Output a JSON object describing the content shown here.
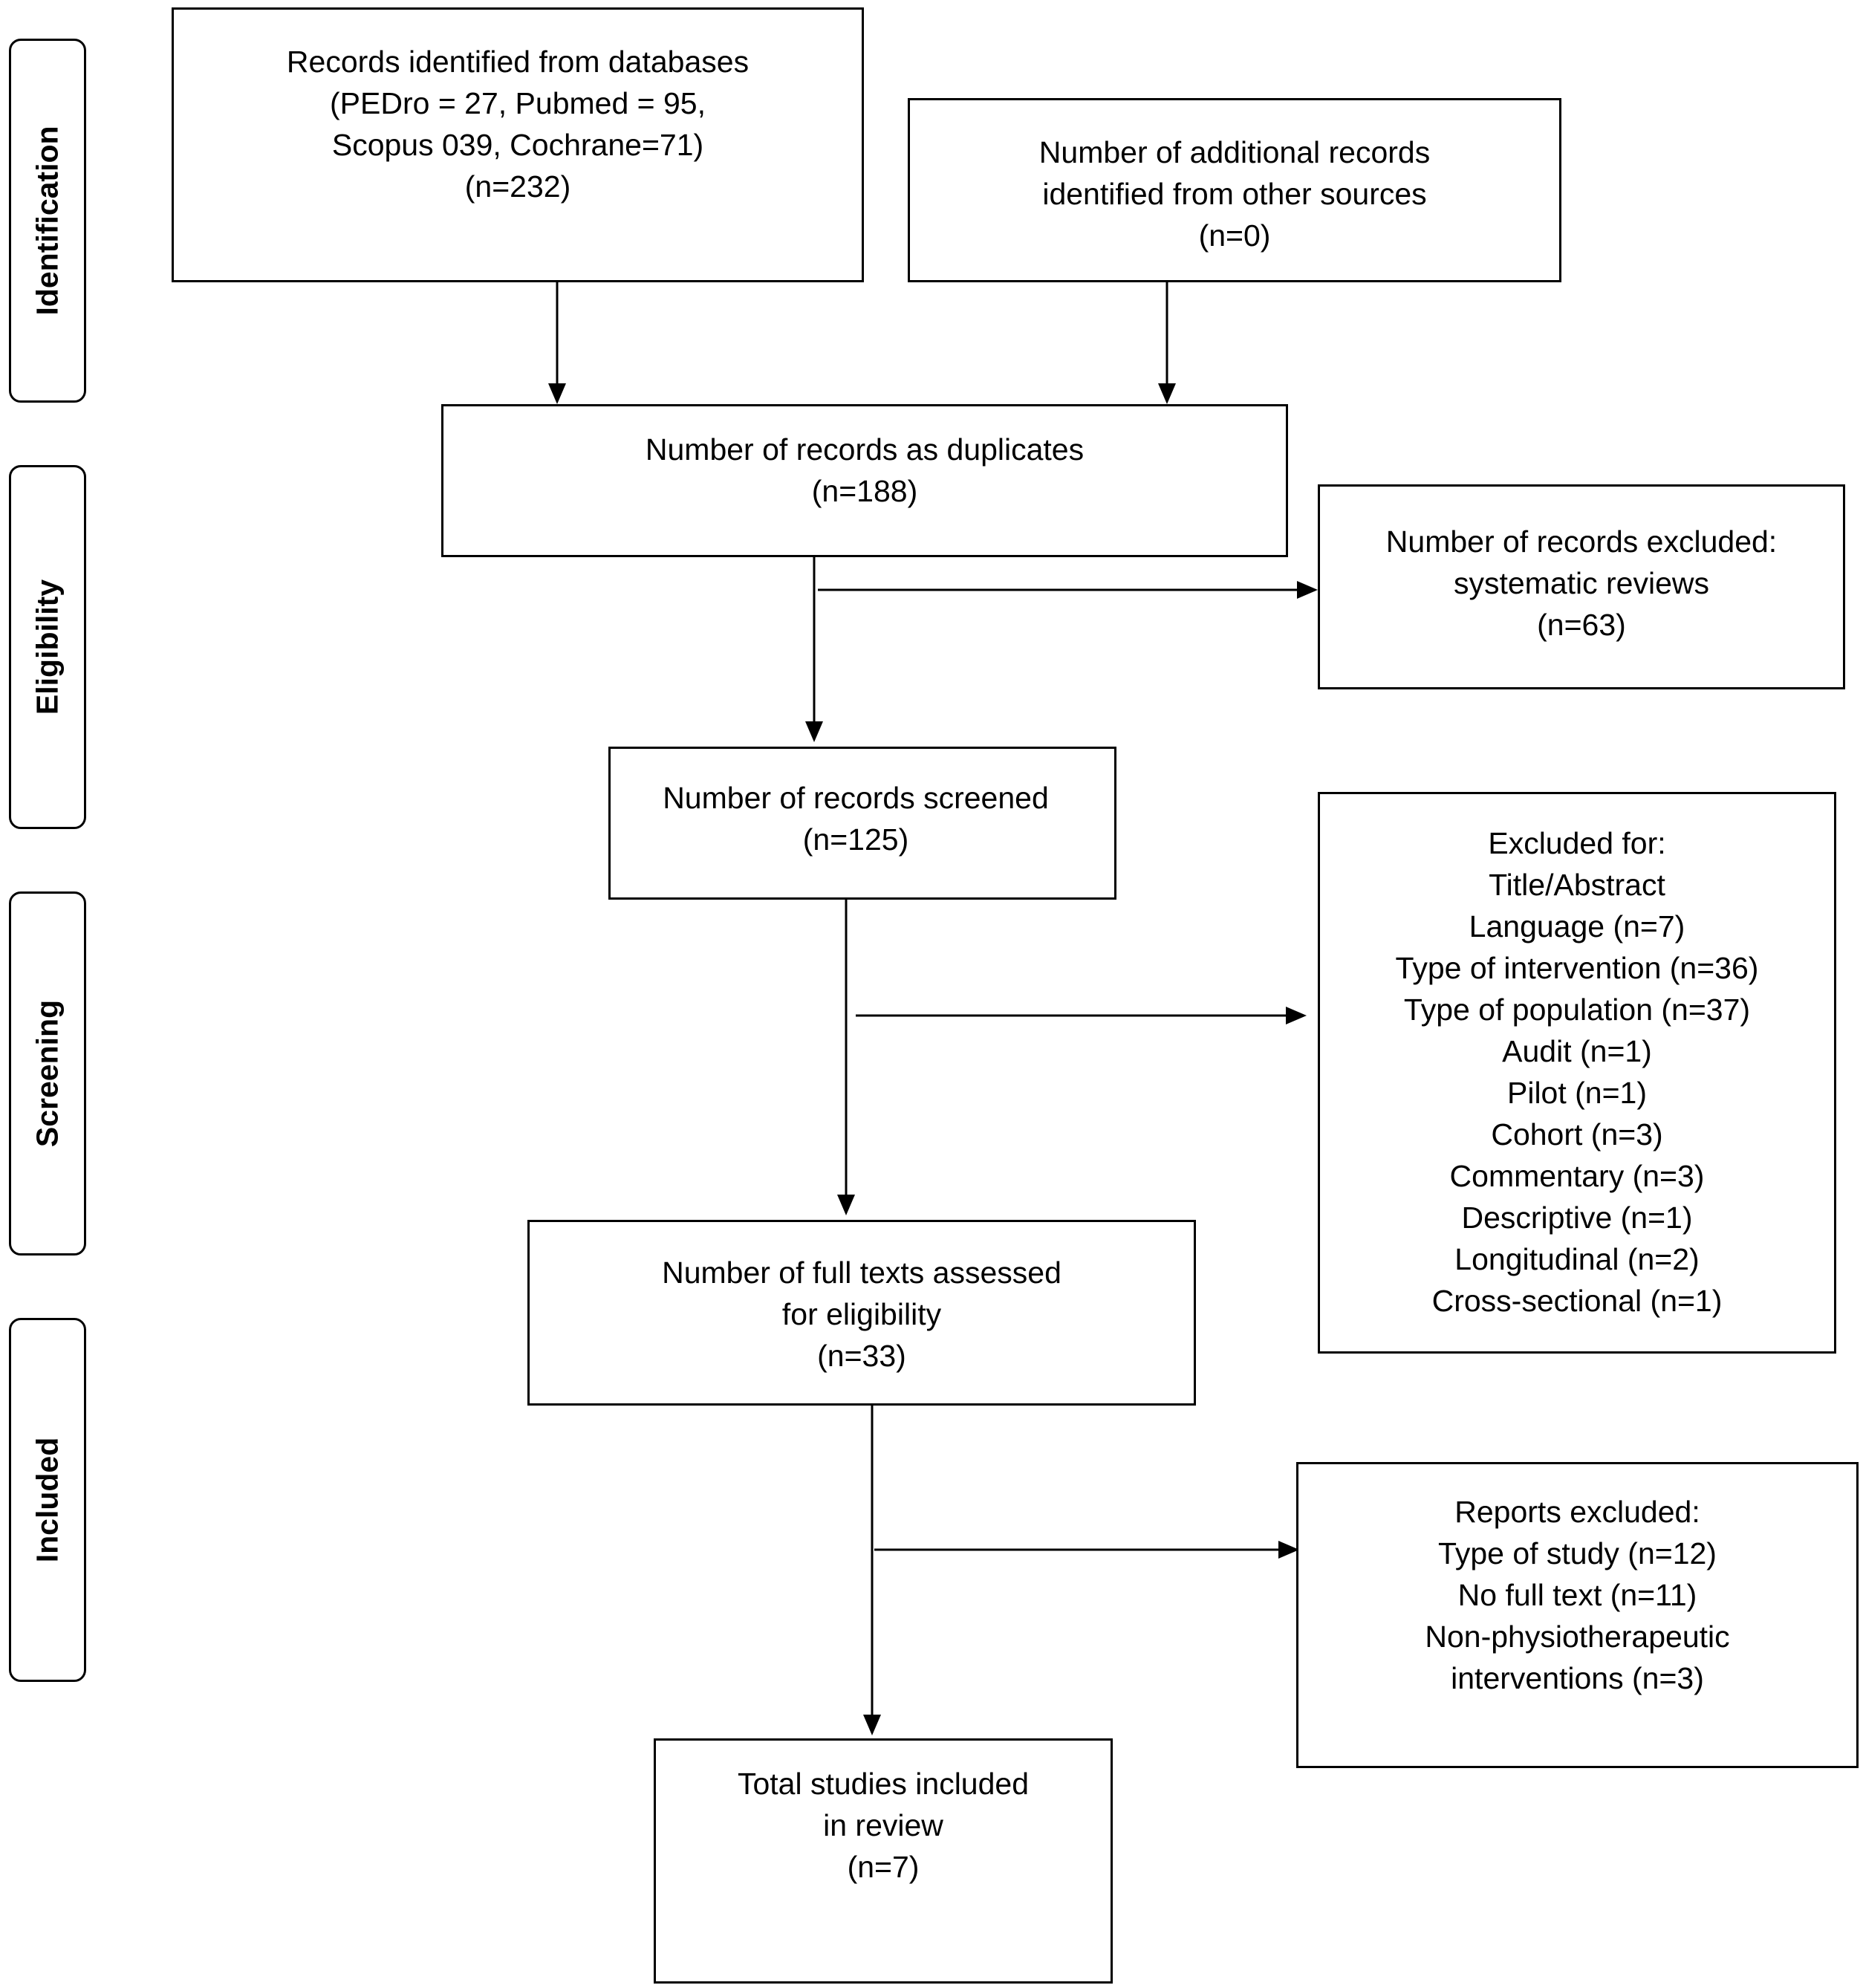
{
  "stages": {
    "identification": "Identification",
    "eligibility": "Eligibility",
    "screening": "Screening",
    "included": "Included"
  },
  "boxes": {
    "databases": [
      "Records identified from databases",
      "(PEDro = 27, Pubmed = 95,",
      "Scopus 039, Cochrane=71)",
      "(n=232)"
    ],
    "other_sources": [
      "Number of additional records",
      "identified from other sources",
      "(n=0)"
    ],
    "duplicates": [
      "Number of records as duplicates",
      "(n=188)"
    ],
    "excluded_reviews": [
      "Number of records excluded:",
      "systematic reviews",
      "(n=63)"
    ],
    "screened": [
      "Number of records screened",
      "(n=125)"
    ],
    "excluded_for": [
      "Excluded for:",
      "Title/Abstract",
      "Language (n=7)",
      "Type of intervention (n=36)",
      "Type of population (n=37)",
      "Audit (n=1)",
      "Pilot (n=1)",
      "Cohort (n=3)",
      "Commentary (n=3)",
      "Descriptive (n=1)",
      "Longitudinal (n=2)",
      "Cross-sectional (n=1)"
    ],
    "full_texts": [
      "Number of full texts assessed",
      "for eligibility",
      "(n=33)"
    ],
    "reports_excluded": [
      "Reports excluded:",
      "Type of study (n=12)",
      "No full text (n=11)",
      "Non-physiotherapeutic",
      "interventions (n=3)"
    ],
    "included": [
      "Total studies included",
      "in review",
      "(n=7)"
    ]
  }
}
